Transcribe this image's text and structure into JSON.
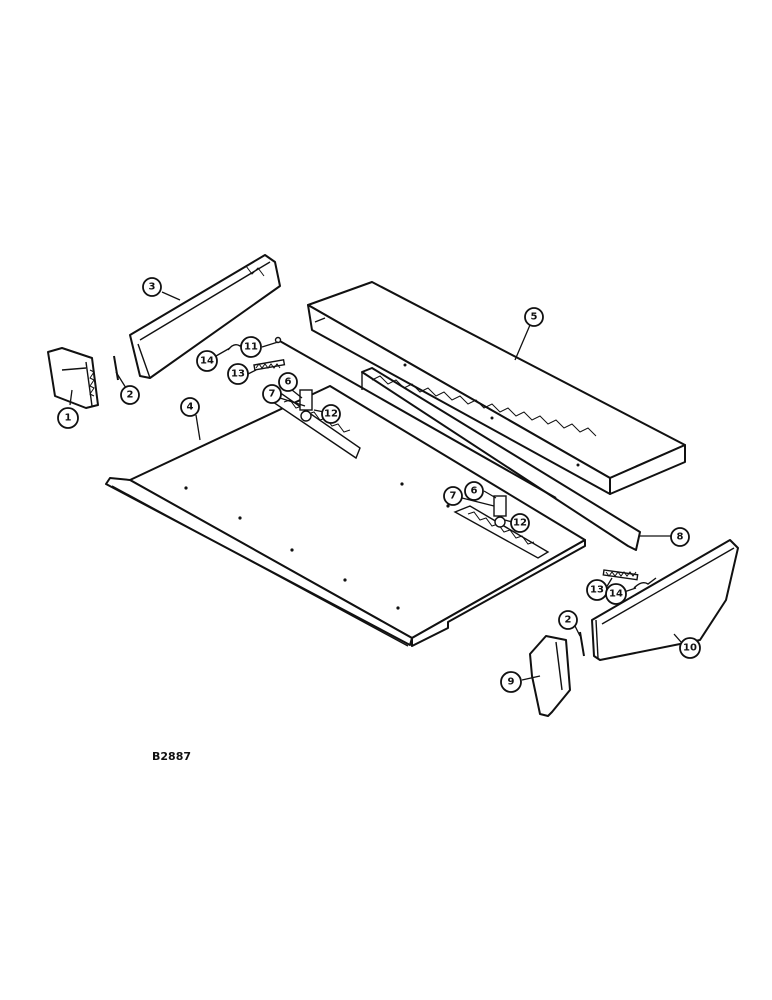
{
  "figure_reference": "B2887",
  "callouts": [
    {
      "id": "c1",
      "label": "1"
    },
    {
      "id": "c2a",
      "label": "2"
    },
    {
      "id": "c3",
      "label": "3"
    },
    {
      "id": "c4",
      "label": "4"
    },
    {
      "id": "c5",
      "label": "5"
    },
    {
      "id": "c6a",
      "label": "6"
    },
    {
      "id": "c7a",
      "label": "7"
    },
    {
      "id": "c8",
      "label": "8"
    },
    {
      "id": "c9",
      "label": "9"
    },
    {
      "id": "c10",
      "label": "10"
    },
    {
      "id": "c11",
      "label": "11"
    },
    {
      "id": "c12a",
      "label": "12"
    },
    {
      "id": "c13a",
      "label": "13"
    },
    {
      "id": "c14a",
      "label": "14"
    },
    {
      "id": "c7b",
      "label": "7"
    },
    {
      "id": "c6b",
      "label": "6"
    },
    {
      "id": "c12b",
      "label": "12"
    },
    {
      "id": "c13b",
      "label": "13"
    },
    {
      "id": "c14b",
      "label": "14"
    },
    {
      "id": "c2b",
      "label": "2"
    }
  ]
}
